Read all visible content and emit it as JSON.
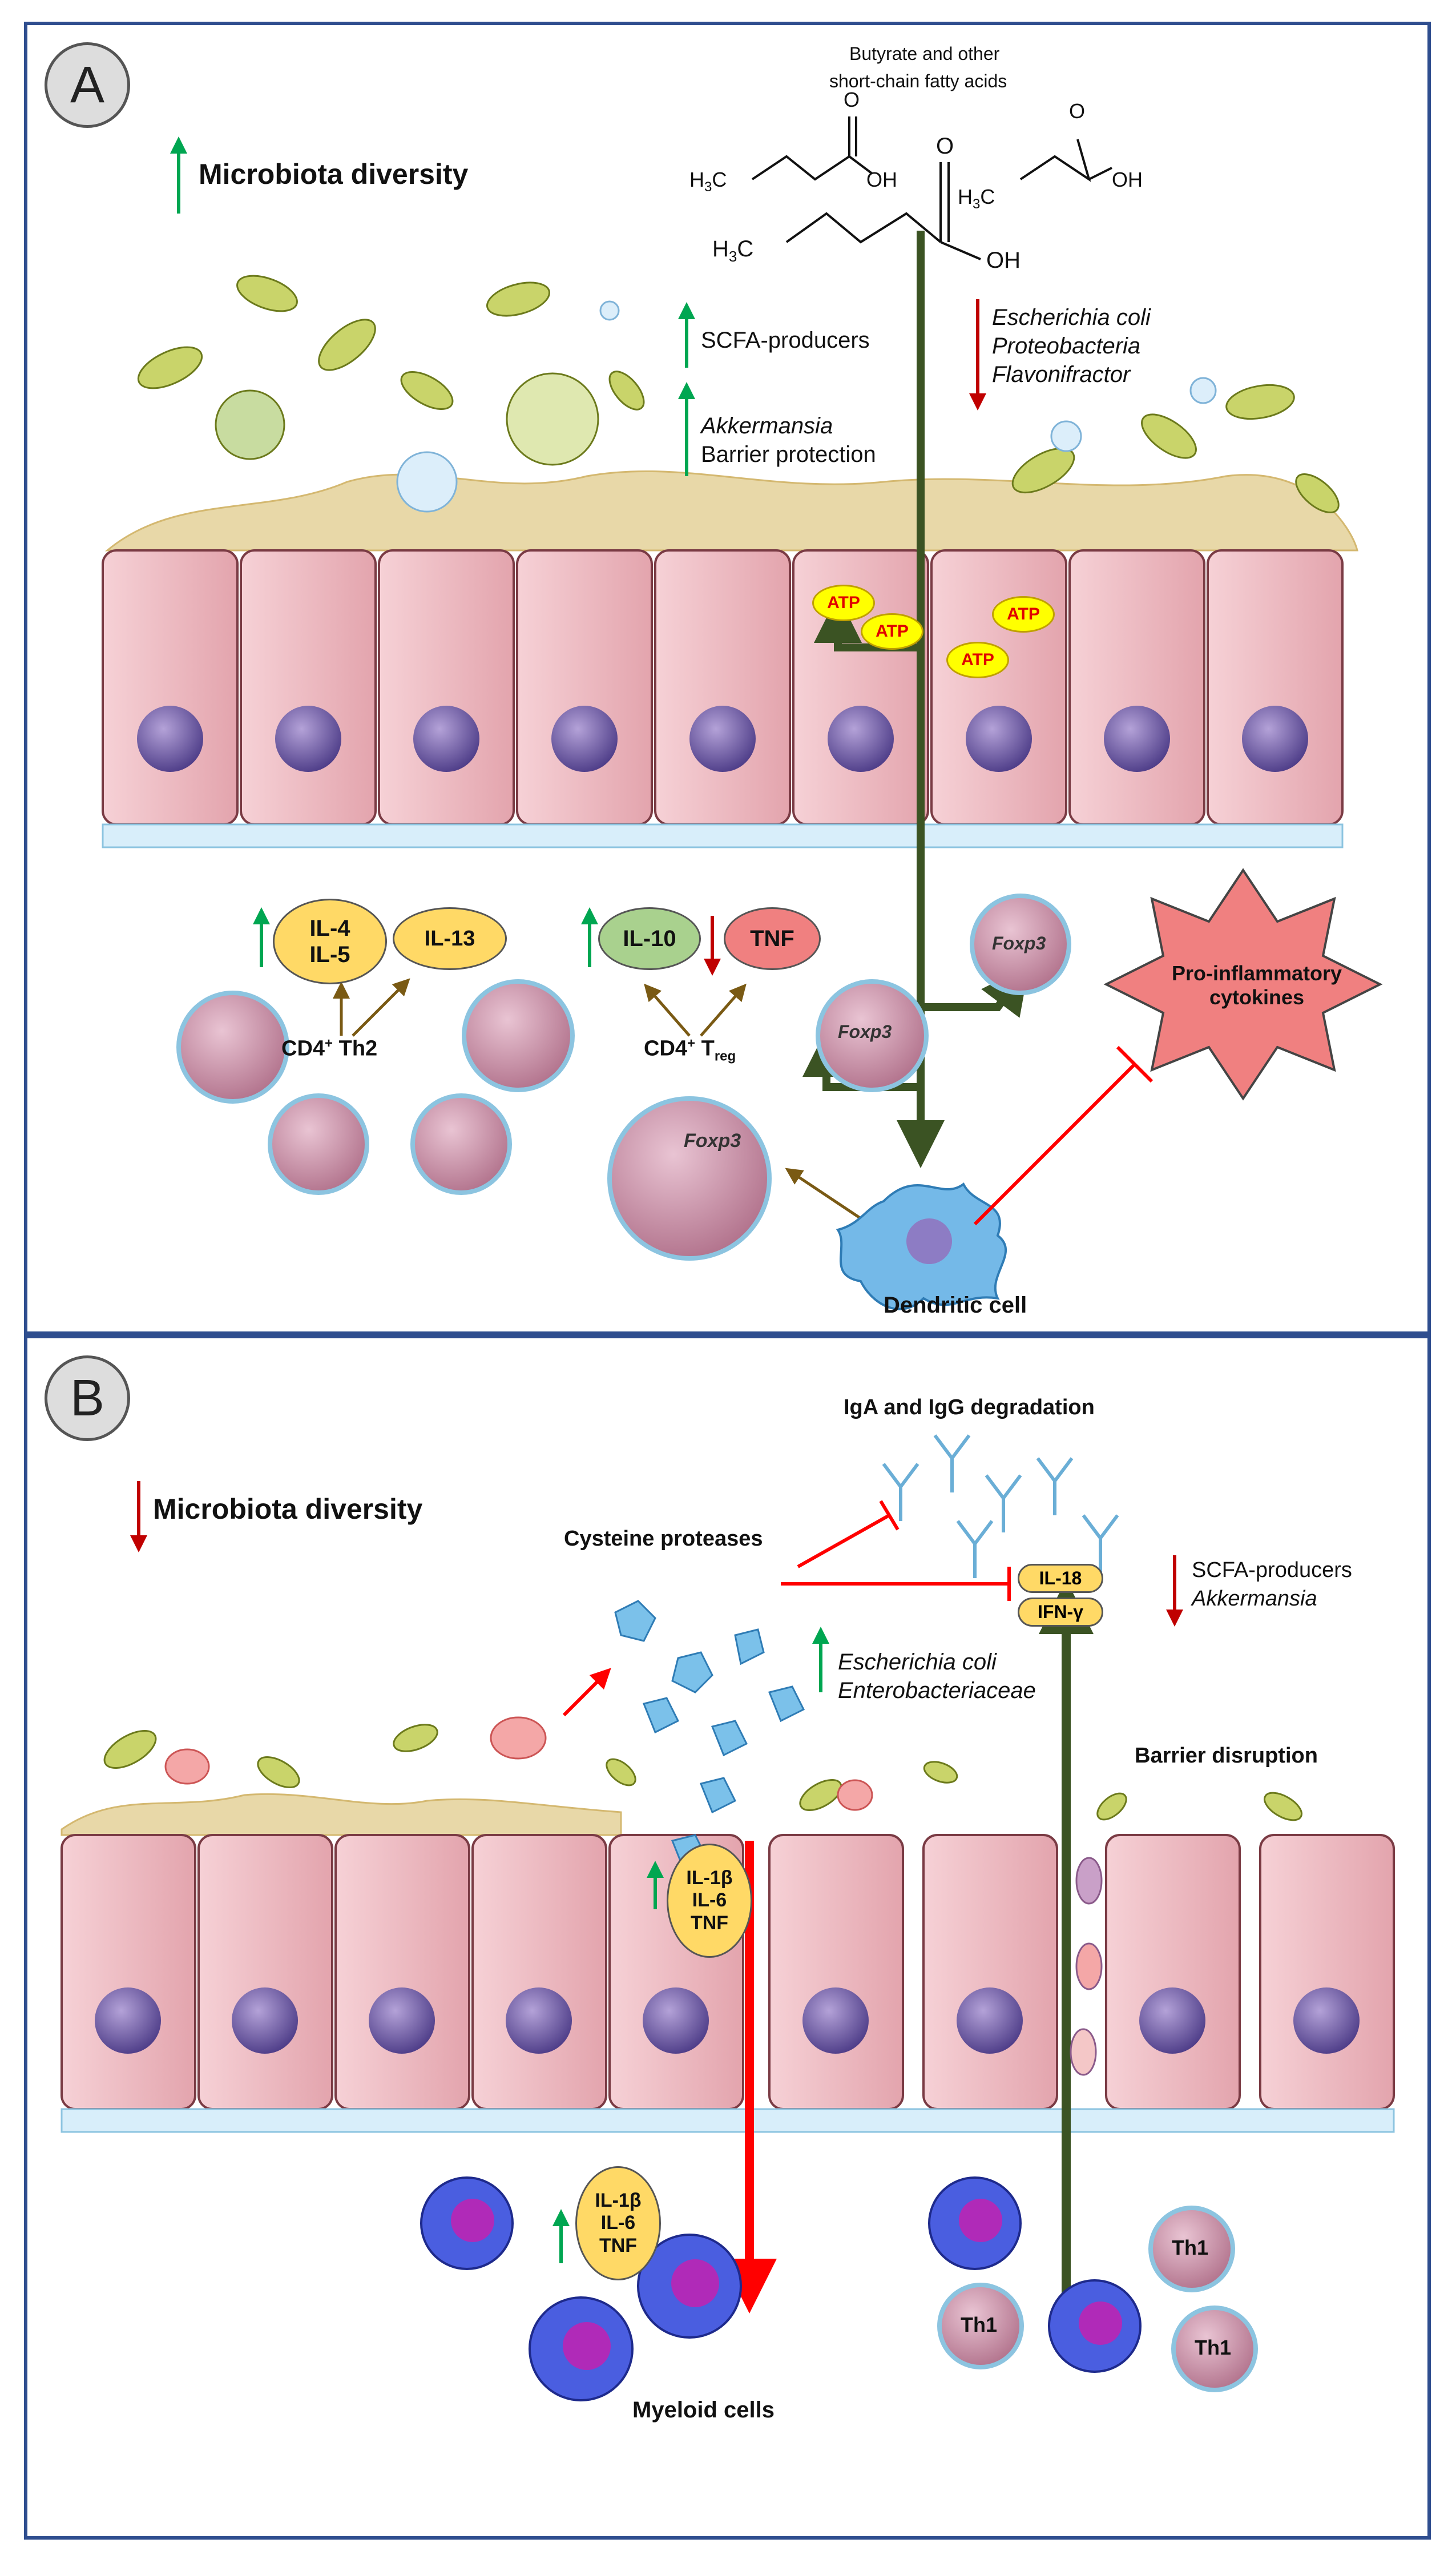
{
  "panel_a": {
    "badge": "A",
    "scfa_title_1": "Butyrate and other",
    "scfa_title_2": "short-chain fatty acids",
    "chem": {
      "h3c": "H",
      "sub3": "3",
      "c": "C",
      "oh": "OH",
      "o": "O"
    },
    "microbiota_diversity": "Microbiota diversity",
    "scfa_producers": "SCFA-producers",
    "akkermansia": "Akkermansia",
    "barrier_protection": "Barrier protection",
    "ecoli": "Escherichia coli",
    "proteobacteria": "Proteobacteria",
    "flavonifractor": "Flavonifractor",
    "atp": "ATP",
    "il4": "IL-4",
    "il5": "IL-5",
    "il13": "IL-13",
    "il10": "IL-10",
    "tnf": "TNF",
    "cd4_th2_pre": "CD4",
    "cd4_th2_sup": "+",
    "cd4_th2_post": " Th2",
    "cd4_treg_pre": "CD4",
    "cd4_treg_sup": "+",
    "cd4_treg_mid": " T",
    "cd4_treg_sub": "reg",
    "foxp3": "Foxp3",
    "pro_inflammatory_1": "Pro-inflammatory",
    "pro_inflammatory_2": "cytokines",
    "dendritic_cell": "Dendritic cell"
  },
  "panel_b": {
    "badge": "B",
    "iga_igg": "IgA and IgG degradation",
    "microbiota_diversity": "Microbiota diversity",
    "cysteine_proteases": "Cysteine proteases",
    "il18": "IL-18",
    "ifng": "IFN-γ",
    "ecoli": "Escherichia coli",
    "enterobacteriaceae": "Enterobacteriaceae",
    "scfa_producers": "SCFA-producers",
    "akkermansia": "Akkermansia",
    "barrier_disruption": "Barrier disruption",
    "il1b": "IL-1β",
    "il6": "IL-6",
    "tnf": "TNF",
    "th1": "Th1",
    "myeloid_cells": "Myeloid cells"
  },
  "colors": {
    "border": "#2f4e8f",
    "up_arrow": "#00a651",
    "down_arrow": "#c00000",
    "pathway_arrow": "#3b5323",
    "inhibit": "#ff0000",
    "epithelium": "#f2c4ca",
    "cytokine_yellow": "#ffd966"
  }
}
